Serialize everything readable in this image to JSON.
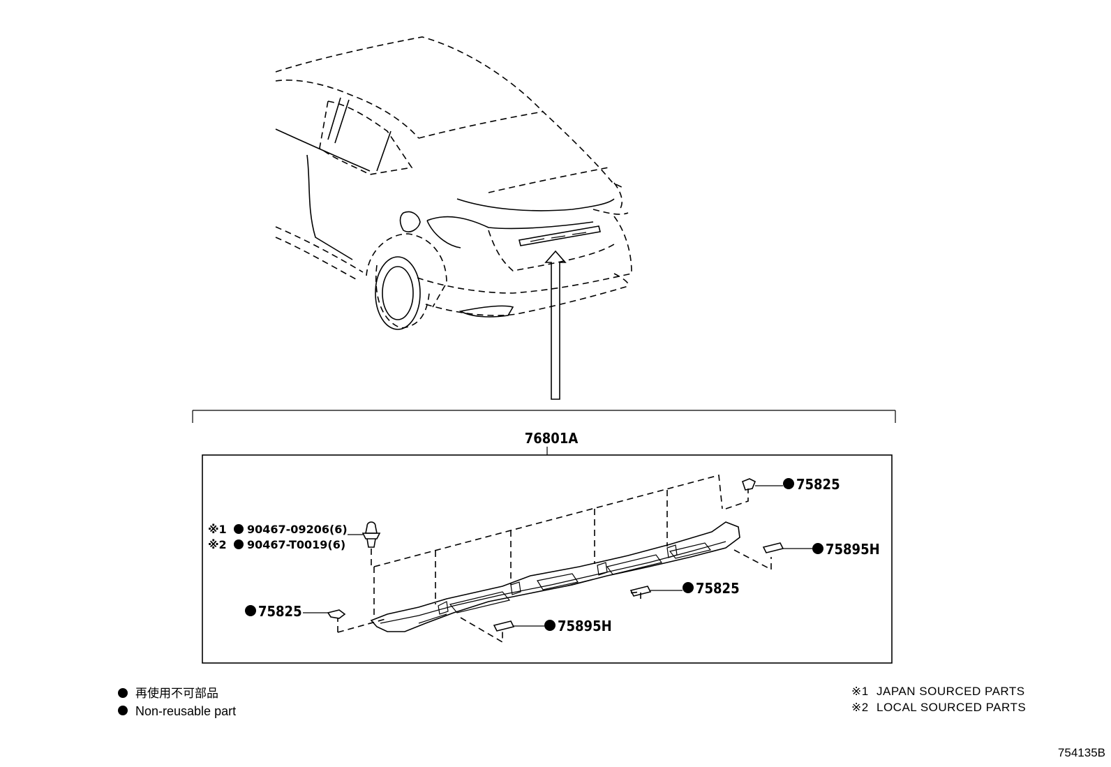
{
  "assembly": {
    "part_number": "76801A"
  },
  "parts": [
    {
      "id": "clip_japan",
      "marker": "※1",
      "number": "90467-09206(6)"
    },
    {
      "id": "clip_local",
      "marker": "※2",
      "number": "90467-T0019(6)"
    },
    {
      "id": "pad_upper_right",
      "number": "75825"
    },
    {
      "id": "pad_right",
      "number": "75895H"
    },
    {
      "id": "pad_center",
      "number": "75825"
    },
    {
      "id": "pad_left",
      "number": "75825"
    },
    {
      "id": "pad_bottom",
      "number": "75895H"
    }
  ],
  "legend": {
    "symbol": "●",
    "japanese": "再使用不可部品",
    "english": "Non-reusable part"
  },
  "sources": [
    {
      "marker": "※1",
      "text": "JAPAN SOURCED PARTS"
    },
    {
      "marker": "※2",
      "text": "LOCAL SOURCED PARTS"
    }
  ],
  "figure_id": "754135B"
}
